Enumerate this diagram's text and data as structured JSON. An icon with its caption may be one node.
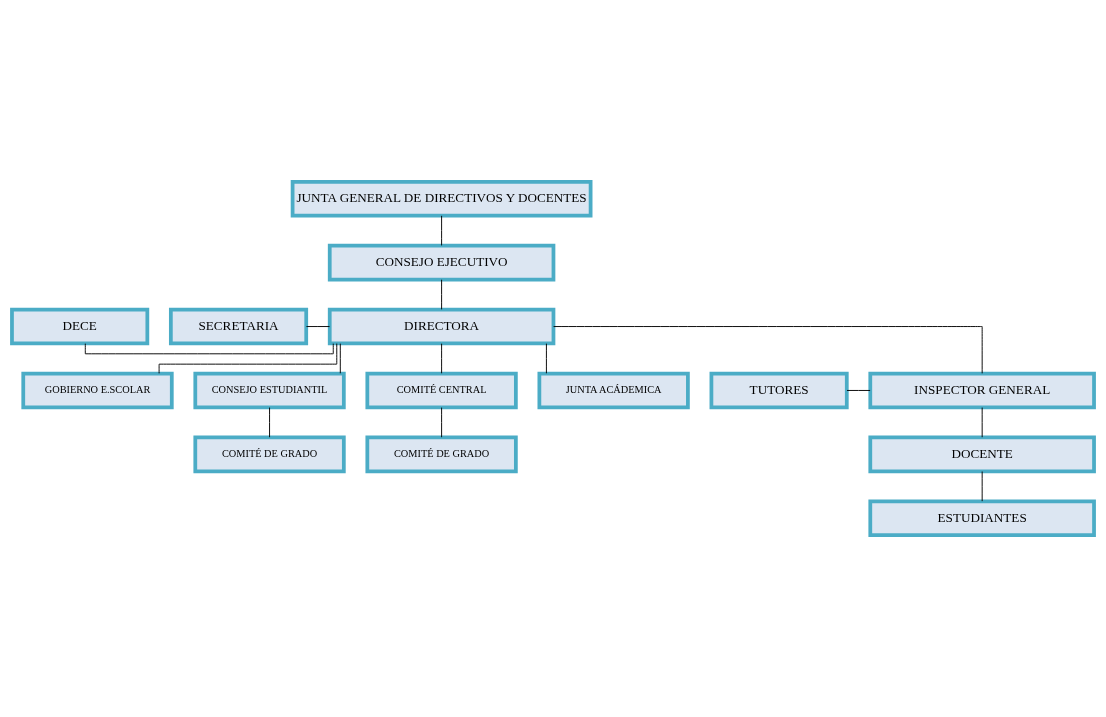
{
  "diagram": {
    "nodes": [
      {
        "text": [
          "JUNTA GENERAL DE DIRECTIVOS Y DOCENTES"
        ]
      },
      {
        "text": [
          "CONSEJO EJECUTIVO"
        ]
      },
      {
        "text": [
          "DECE"
        ]
      },
      {
        "text": [
          "SECRETARIA"
        ]
      },
      {
        "text": [
          "DIRECTORA"
        ]
      },
      {
        "text": [
          "GOBIERNO E.SCOLAR"
        ]
      },
      {
        "text": [
          "CONSEJO ESTUDIANTIL"
        ]
      },
      {
        "text": [
          "COMITÉ DE GRADO"
        ]
      },
      {
        "text": [
          "COMITÉ CENTRAL"
        ]
      },
      {
        "text": [
          "COMITÉ DE GRADO"
        ]
      },
      {
        "text": [
          "JUNTA ACÁDEMICA"
        ]
      },
      {
        "text": [
          "TUTORES"
        ]
      },
      {
        "text": [
          "INSPECTOR GENERAL"
        ]
      },
      {
        "text": [
          "DOCENTE"
        ]
      },
      {
        "text": [
          "ESTUDIANTES"
        ]
      }
    ],
    "edges": [
      {
        "from": 0,
        "to": 1,
        "arrow": "none"
      },
      {
        "from": 1,
        "to": 4,
        "arrow": "none"
      },
      {
        "from": 2,
        "to": 4,
        "arrow": "none"
      },
      {
        "from": 3,
        "to": 4,
        "arrow": "none"
      },
      {
        "from": 4,
        "to": 5,
        "arrow": "none"
      },
      {
        "from": 4,
        "to": 6,
        "arrow": "none"
      },
      {
        "from": 4,
        "to": 8,
        "arrow": "none"
      },
      {
        "from": 4,
        "to": 10,
        "arrow": "none"
      },
      {
        "from": 6,
        "to": 7,
        "arrow": "none"
      },
      {
        "from": 8,
        "to": 9,
        "arrow": "none"
      },
      {
        "from": 4,
        "to": 12,
        "arrow": "none"
      },
      {
        "from": 11,
        "to": 12,
        "arrow": "none"
      },
      {
        "from": 12,
        "to": 13,
        "arrow": "none"
      },
      {
        "from": 13,
        "to": 14,
        "arrow": "none"
      }
    ]
  }
}
